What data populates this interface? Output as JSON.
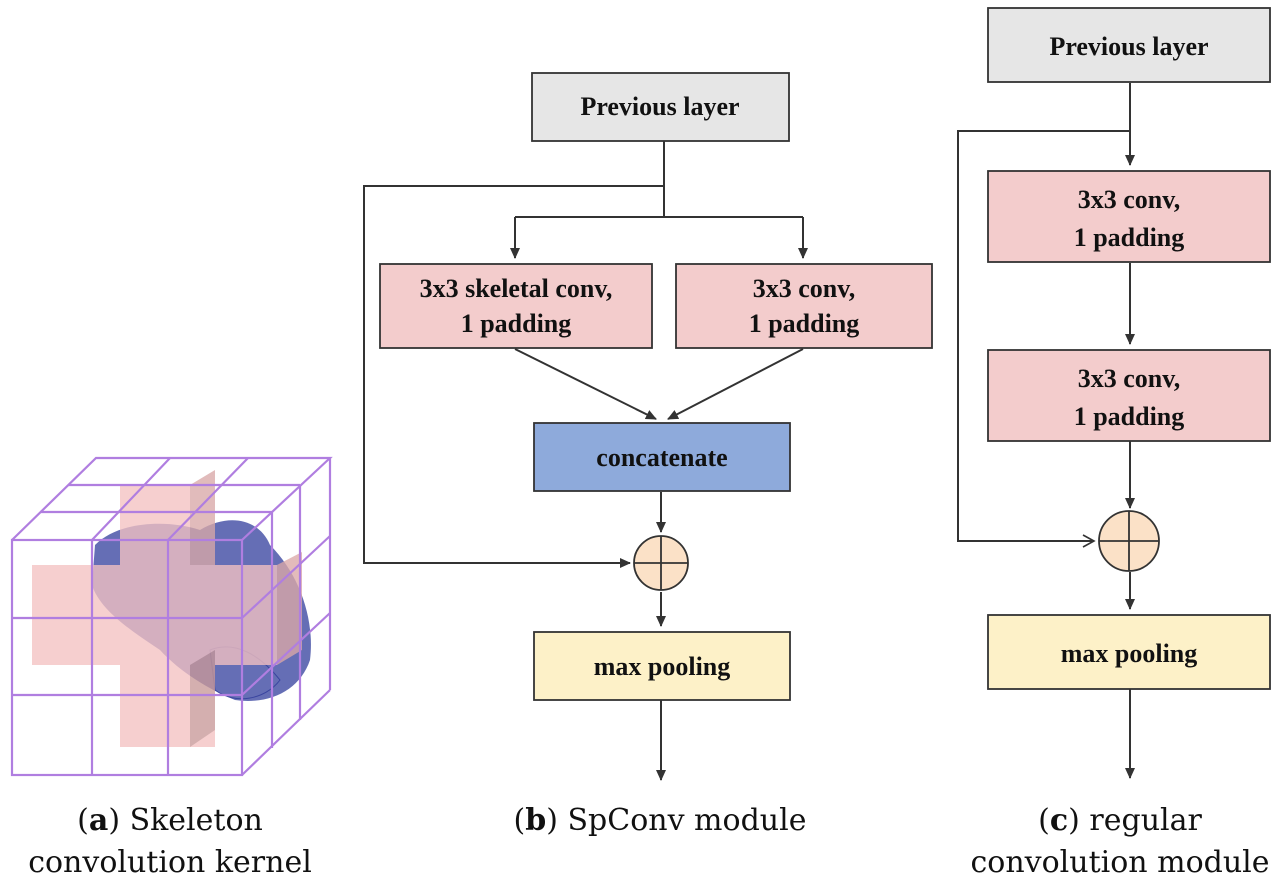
{
  "panel_b": {
    "previous_layer": "Previous layer",
    "skeletal_conv_line1": "3x3 skeletal conv,",
    "skeletal_conv_line2": "1 padding",
    "conv_line1": "3x3 conv,",
    "conv_line2": "1 padding",
    "concatenate": "concatenate",
    "max_pooling": "max pooling"
  },
  "panel_c": {
    "previous_layer": "Previous layer",
    "conv1_line1": "3x3 conv,",
    "conv1_line2": "1 padding",
    "conv2_line1": "3x3 conv,",
    "conv2_line2": "1 padding",
    "max_pooling": "max pooling"
  },
  "captions": {
    "a_letter": "a",
    "a_line1": "Skeleton",
    "a_line2": "convolution kernel",
    "b_letter": "b",
    "b_text": "SpConv module",
    "c_letter": "c",
    "c_line1": "regular",
    "c_line2": "convolution module"
  },
  "colors": {
    "previous_layer_fill": "#e6e6e6",
    "conv_fill": "#f3cccc",
    "concatenate_fill": "#8eaadb",
    "pooling_fill": "#fdf1c8",
    "sum_fill": "#fbe1c7",
    "kernel_grid": "#b07ee0",
    "kernel_cross": "#f0b8b8",
    "kernel_blob": "#4a55a8"
  }
}
